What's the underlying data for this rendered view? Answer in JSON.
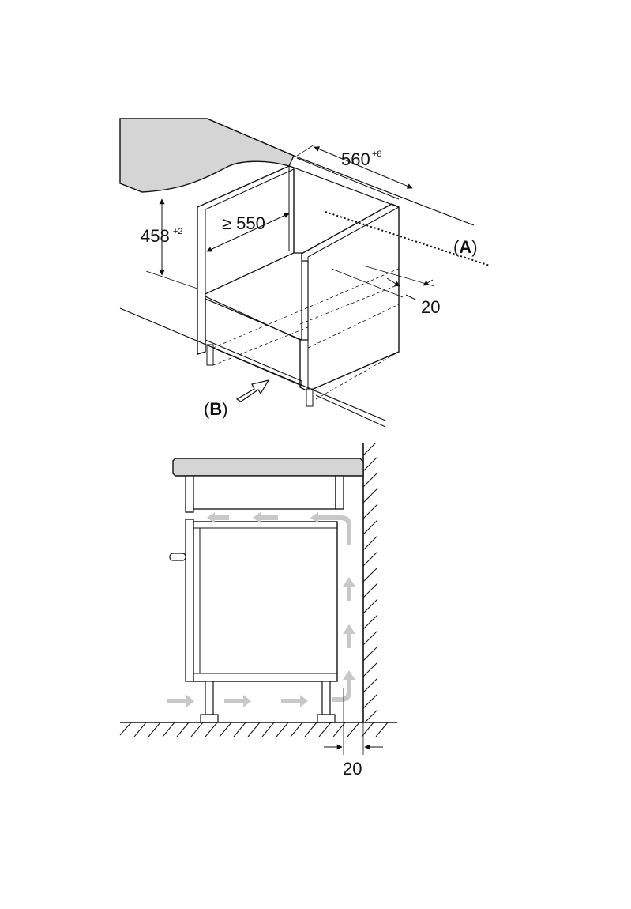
{
  "top_view": {
    "width_dim": {
      "value": "560",
      "tolerance": "+8"
    },
    "height_dim": {
      "value": "458",
      "tolerance": "+2"
    },
    "depth_dim": {
      "value": "≥ 550"
    },
    "gap_dim": {
      "value": "20"
    },
    "callout_a": {
      "open": "(",
      "letter": "A",
      "close": ")"
    },
    "callout_b": {
      "open": "(",
      "letter": "B",
      "close": ")"
    }
  },
  "side_view": {
    "gap_dim": {
      "value": "20"
    }
  }
}
